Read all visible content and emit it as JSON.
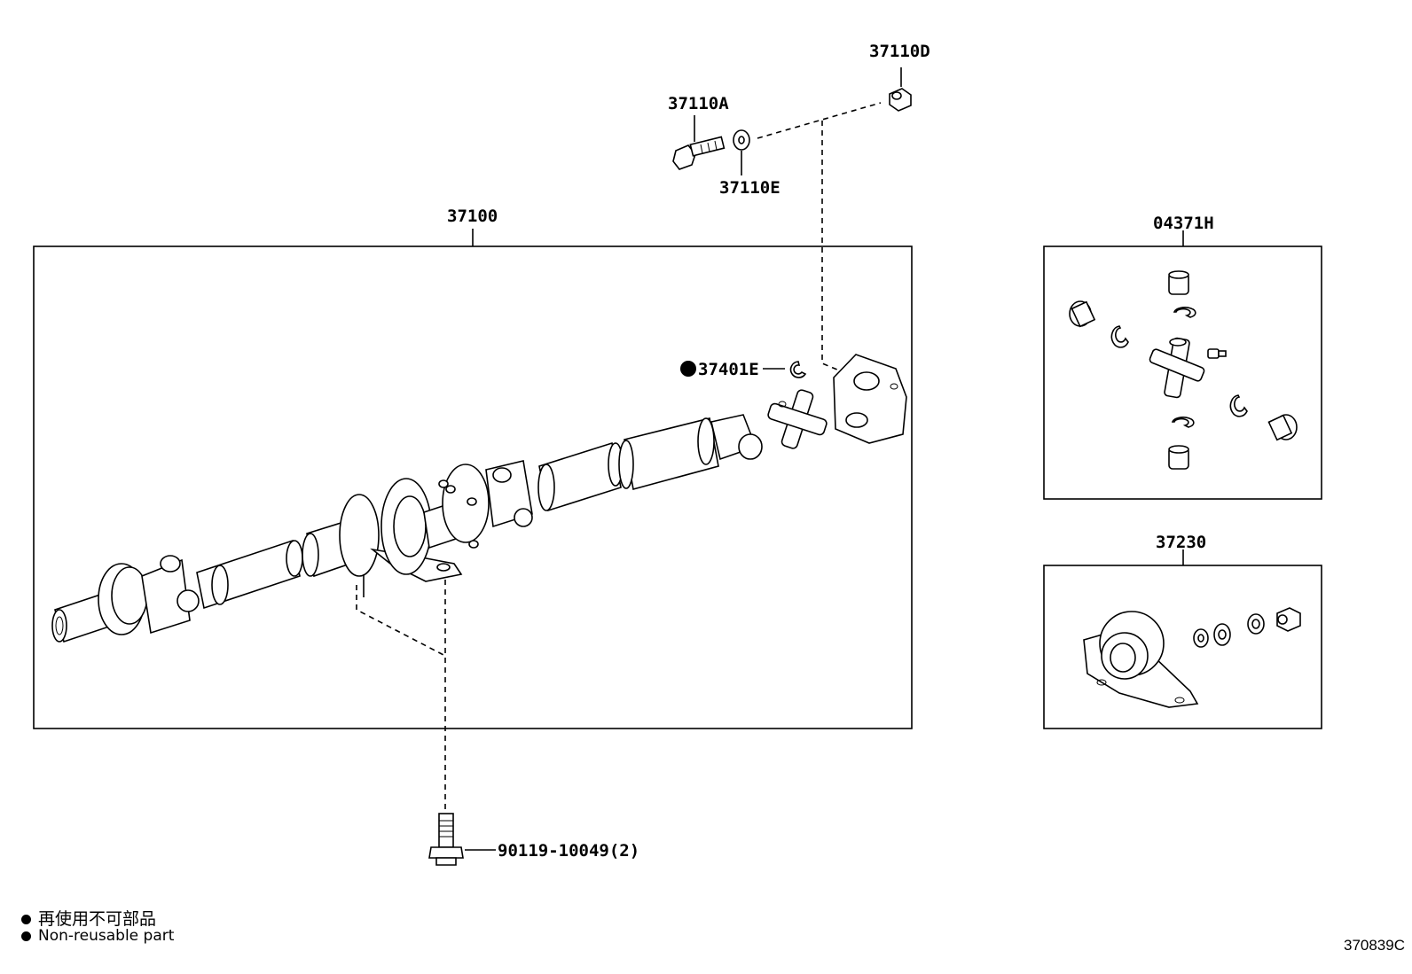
{
  "part_labels": {
    "assembly": "37100",
    "bolt_a": "37110A",
    "nut_d": "37110D",
    "washer_e": "37110E",
    "snap_ring": "37401E",
    "spider_kit": "04371H",
    "center_bearing": "37230",
    "bolt": "90119-10049(2)"
  },
  "legend": {
    "non_reusable_cn": "再使用不可部品",
    "non_reusable_en": "Non-reusable part"
  },
  "diagram_id": "370839C"
}
